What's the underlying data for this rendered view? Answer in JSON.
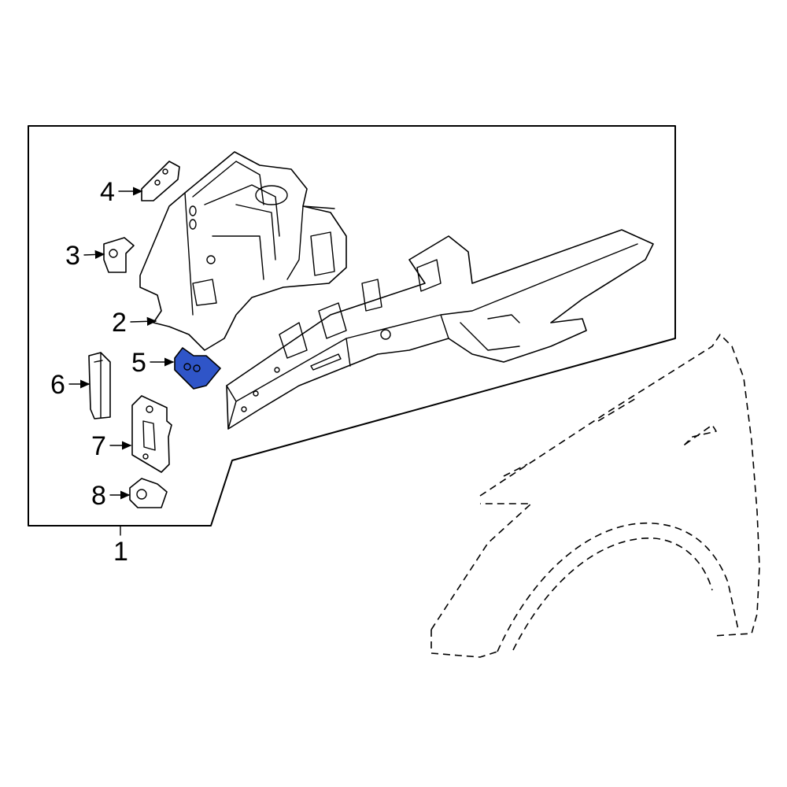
{
  "callouts": {
    "c1": "1",
    "c2": "2",
    "c3": "3",
    "c4": "4",
    "c5": "5",
    "c6": "6",
    "c7": "7",
    "c8": "8"
  },
  "highlight_color": "#2f55c8"
}
